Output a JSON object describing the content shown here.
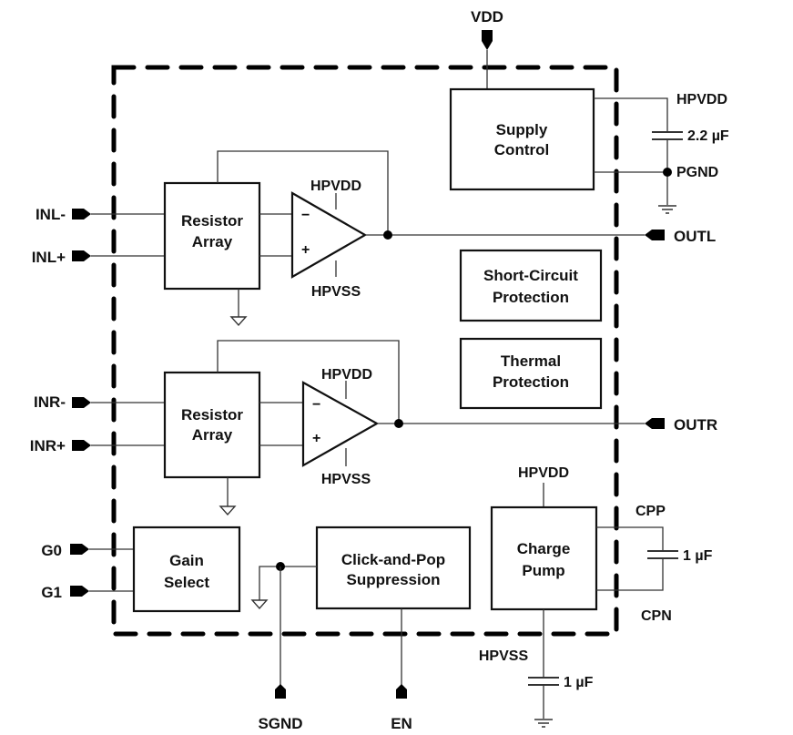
{
  "diagram": {
    "type": "functional-block-diagram",
    "blocks": {
      "supply_control": [
        "Supply",
        "Control"
      ],
      "resistor_array_left": [
        "Resistor",
        "Array"
      ],
      "resistor_array_right": [
        "Resistor",
        "Array"
      ],
      "short_circuit": [
        "Short-Circuit",
        "Protection"
      ],
      "thermal": [
        "Thermal",
        "Protection"
      ],
      "gain_select": [
        "Gain",
        "Select"
      ],
      "click_pop": [
        "Click-and-Pop",
        "Suppression"
      ],
      "charge_pump": [
        "Charge",
        "Pump"
      ]
    },
    "pins": {
      "vdd": "VDD",
      "inl_minus": "INL-",
      "inl_plus": "INL+",
      "inr_minus": "INR-",
      "inr_plus": "INR+",
      "g0": "G0",
      "g1": "G1",
      "outl": "OUTL",
      "outr": "OUTR",
      "sgnd": "SGND",
      "en": "EN"
    },
    "external": {
      "hpvdd": "HPVDD",
      "pgnd": "PGND",
      "cap_supply": "2.2 µF",
      "cpp": "CPP",
      "cpn": "CPN",
      "cap_flying": "1 µF",
      "hpvss": "HPVSS",
      "cap_hpvss": "1 µF"
    },
    "amplifiers": {
      "left": {
        "top_rail": "HPVDD",
        "bottom_rail": "HPVSS",
        "inverting": "−",
        "non_inverting": "+"
      },
      "right": {
        "top_rail": "HPVDD",
        "bottom_rail": "HPVSS",
        "inverting": "−",
        "non_inverting": "+"
      }
    },
    "charge_pump_rails": {
      "top": "HPVDD"
    },
    "connections": [
      {
        "from": "VDD",
        "to": "Supply Control"
      },
      {
        "from": "Supply Control",
        "to": "HPVDD"
      },
      {
        "from": "Supply Control",
        "to": "PGND"
      },
      {
        "from": "INL-",
        "to": "Resistor Array (L)"
      },
      {
        "from": "INL+",
        "to": "Resistor Array (L)"
      },
      {
        "from": "Resistor Array (L)",
        "to": "Amplifier (L)"
      },
      {
        "from": "Amplifier (L)",
        "to": "OUTL"
      },
      {
        "from": "INR-",
        "to": "Resistor Array (R)"
      },
      {
        "from": "INR+",
        "to": "Resistor Array (R)"
      },
      {
        "from": "Resistor Array (R)",
        "to": "Amplifier (R)"
      },
      {
        "from": "Amplifier (R)",
        "to": "OUTR"
      },
      {
        "from": "G0",
        "to": "Gain Select"
      },
      {
        "from": "G1",
        "to": "Gain Select"
      },
      {
        "from": "SGND",
        "to": "Click-and-Pop Suppression"
      },
      {
        "from": "EN",
        "to": "Click-and-Pop Suppression"
      },
      {
        "from": "Charge Pump",
        "to": "CPP"
      },
      {
        "from": "Charge Pump",
        "to": "CPN"
      },
      {
        "from": "Charge Pump",
        "to": "HPVSS"
      }
    ]
  }
}
